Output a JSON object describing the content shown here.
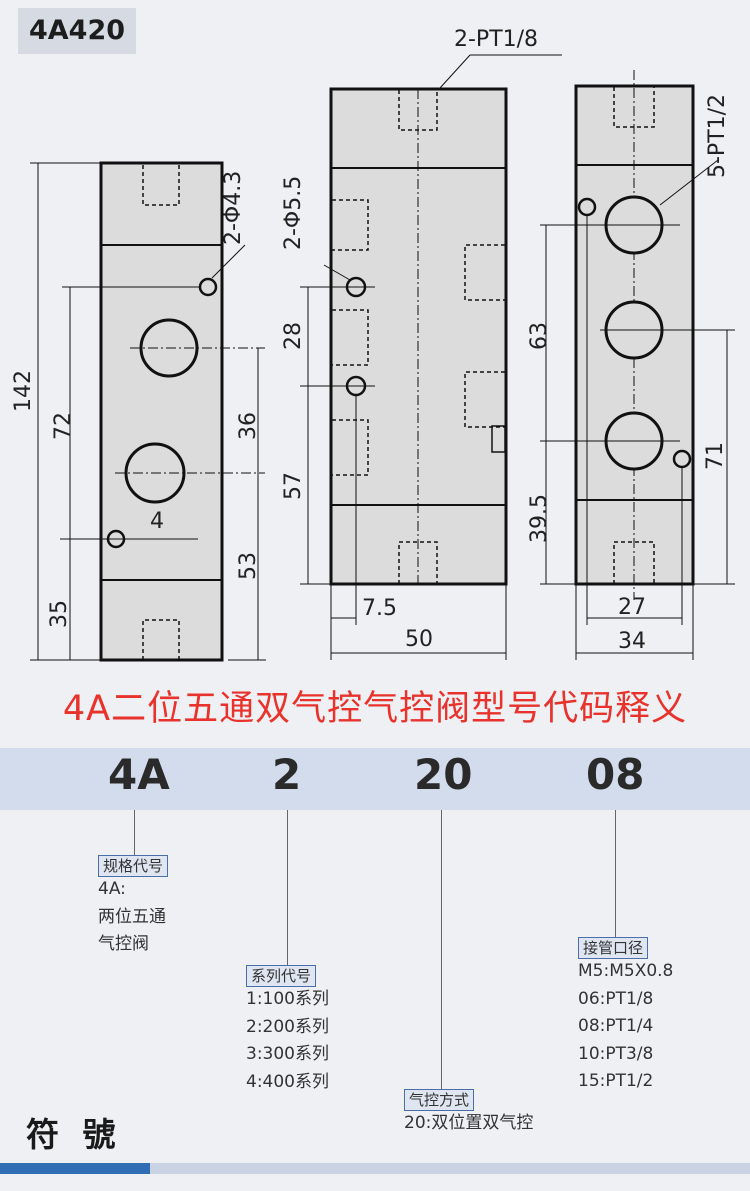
{
  "model": "4A420",
  "drawing": {
    "left_labels": [
      "2-Φ4.3",
      "142",
      "72",
      "36",
      "4",
      "53",
      "35"
    ],
    "mid_labels": [
      "2-PT1/8",
      "2-Φ5.5",
      "28",
      "57",
      "7.5",
      "50"
    ],
    "right_labels": [
      "5-PT1/2",
      "63",
      "71",
      "39.5",
      "27",
      "34"
    ]
  },
  "title": "4A二位五通双气控气控阀型号代码释义",
  "codes": [
    "4A",
    "2",
    "20",
    "08"
  ],
  "sections": [
    {
      "tag": "规格代号",
      "lines": [
        "4A:",
        "两位五通",
        "气控阀"
      ]
    },
    {
      "tag": "系列代号",
      "lines": [
        "1:100系列",
        "2:200系列",
        "3:300系列",
        "4:400系列"
      ]
    },
    {
      "tag": "气控方式",
      "lines": [
        "20:双位置双气控"
      ]
    },
    {
      "tag": "接管口径",
      "lines": [
        "M5:M5X0.8",
        "06:PT1/8",
        "08:PT1/4",
        "10:PT3/8",
        "15:PT1/2"
      ]
    }
  ],
  "symbol_title": "符 號",
  "colors": {
    "title_red": "#e8322b",
    "band": "#d2dcec",
    "accent_blue": "#2f6db5"
  }
}
